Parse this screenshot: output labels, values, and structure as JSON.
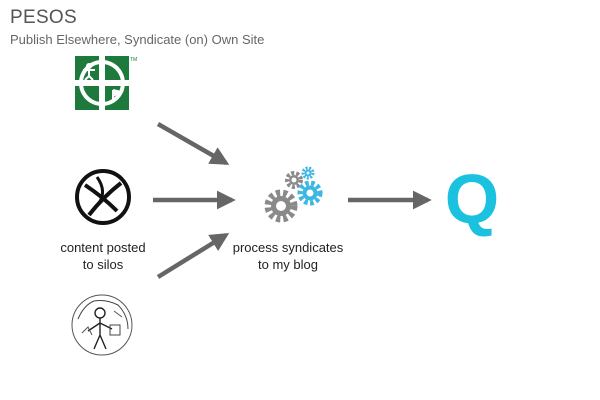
{
  "header": {
    "title": "PESOS",
    "subtitle": "Publish Elsewhere, Syndicate (on) Own Site"
  },
  "nodes": {
    "silos": {
      "label_line1": "content posted",
      "label_line2": "to silos",
      "icons": [
        "geocaching-logo-icon",
        "geocaching-round-icon",
        "sketch-figure-icon"
      ]
    },
    "process": {
      "label_line1": "process syndicates",
      "label_line2": "to my blog",
      "icon": "gears-icon"
    },
    "blog": {
      "letter": "Q",
      "icon": "blog-q-logo-icon"
    },
    "trademark": "TM"
  },
  "colors": {
    "arrow": "#666666",
    "geocaching_green": "#1d7a3c",
    "gear_gray": "#8a8a8a",
    "gear_blue": "#3cb6e3",
    "blog_cyan": "#1bc2df",
    "text": "#222222"
  },
  "edges": [
    {
      "from": "geocaching-logo-icon",
      "to": "gears-icon"
    },
    {
      "from": "geocaching-round-icon",
      "to": "gears-icon"
    },
    {
      "from": "sketch-figure-icon",
      "to": "gears-icon"
    },
    {
      "from": "gears-icon",
      "to": "blog-q-logo-icon"
    }
  ]
}
